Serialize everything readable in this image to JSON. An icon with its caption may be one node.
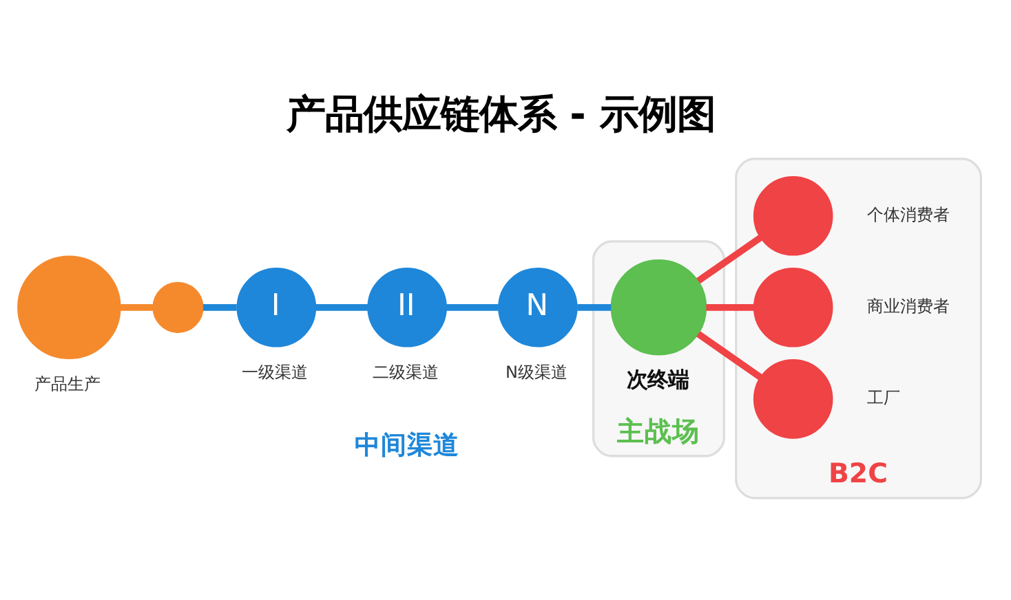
{
  "diagram": {
    "title": "产品供应链体系 - 示例图",
    "nodes": [
      {
        "text": [],
        "shape": "circle",
        "beside": [
          "产品生产"
        ]
      },
      {
        "text": [],
        "shape": "circle"
      },
      {
        "text": [
          "I"
        ],
        "beside": [
          "一级渠道"
        ]
      },
      {
        "text": [
          "II"
        ],
        "beside": [
          "二级渠道"
        ]
      },
      {
        "text": [
          "N"
        ],
        "beside": [
          "N级渠道"
        ]
      },
      {
        "text": [
          "主战场"
        ]
      },
      {
        "text": [],
        "shape": "circle",
        "beside": [
          "次终端"
        ],
        "in": 5
      },
      {
        "text": [
          "B2C"
        ]
      },
      {
        "text": [],
        "shape": "circle",
        "beside": [
          "个体消费者"
        ],
        "in": 7
      },
      {
        "text": [],
        "shape": "circle",
        "beside": [
          "商业消费者"
        ],
        "in": 7
      },
      {
        "text": [],
        "shape": "circle",
        "beside": [
          "工厂"
        ],
        "in": 7
      }
    ],
    "edges": [
      {
        "from": 0,
        "to": 1,
        "arrow": "none",
        "color": "#f58a2d"
      },
      {
        "from": 1,
        "to": 2,
        "arrow": "none"
      },
      {
        "from": 2,
        "to": 3,
        "arrow": "none"
      },
      {
        "from": 3,
        "to": 4,
        "arrow": "none"
      },
      {
        "from": 4,
        "to": 6,
        "arrow": "none"
      },
      {
        "from": 6,
        "to": 8,
        "arrow": "none",
        "color": "#f04345"
      },
      {
        "from": 6,
        "to": 9,
        "arrow": "none",
        "color": "#f04345"
      },
      {
        "from": 6,
        "to": 10,
        "arrow": "none",
        "color": "#f04345"
      }
    ],
    "labels": [
      "中间渠道"
    ]
  }
}
